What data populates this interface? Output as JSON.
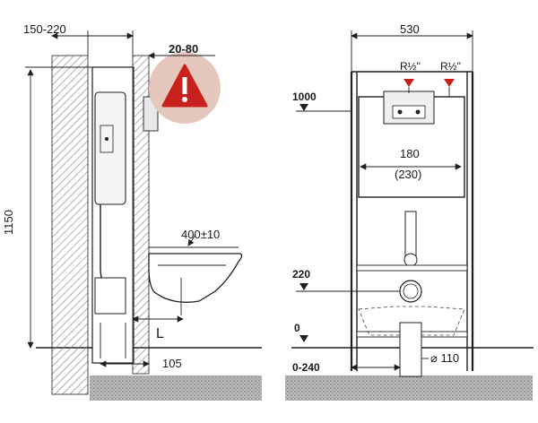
{
  "side_view": {
    "wall_depth_label": "150-220",
    "adjust_label": "20-80",
    "height_label": "1150",
    "bowl_length_label": "400±10",
    "l_label": "L",
    "bottom_label": "105"
  },
  "front_view": {
    "width_label": "530",
    "inlet_left_label": "R½\"",
    "inlet_right_label": "R½\"",
    "level_1000": "1000",
    "level_220": "220",
    "level_0": "0",
    "level_0_240": "0-240",
    "spacing_label": "180",
    "spacing_alt_label": "(230)",
    "pipe_label": "⌀ 110"
  },
  "colors": {
    "warning_circle": "#e6c7bc",
    "warning_triangle": "#c8201d",
    "inlet_marker": "#c8201d",
    "floor_hatch": "#9a9a9a"
  }
}
